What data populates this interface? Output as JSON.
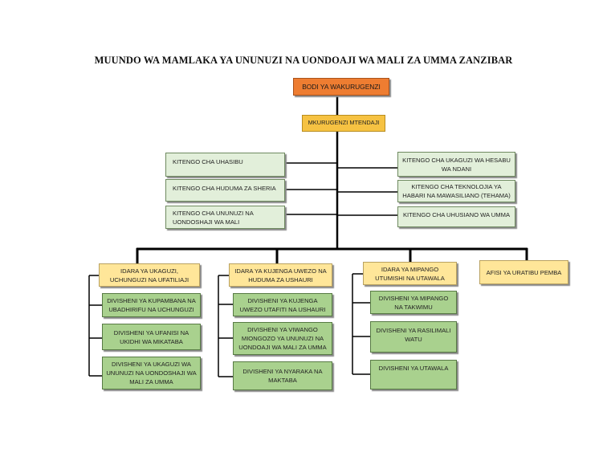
{
  "title": "MUUNDO WA MAMLAKA YA UNUNUZI NA UONDOAJI WA MALI ZA UMMA ZANZIBAR",
  "colors": {
    "board": "#ee7d31",
    "director": "#f6c242",
    "unit": "#e2efda",
    "directorate": "#ffe699",
    "division": "#a9d18e",
    "line": "#000000"
  },
  "board": "BODI YA WAKURUGENZI",
  "director": "MKURUGENZI MTENDAJI",
  "units_left": [
    "KITENGO CHA UHASIBU",
    "KITENGO CHA HUDUMA ZA SHERIA",
    "KITENGO CHA UNUNUZI NA UONDOSHAJI WA MALI"
  ],
  "units_right": [
    "KITENGO CHA UKAGUZI WA HESABU WA NDANI",
    "KITENGO CHA TEKNOLOJIA YA HABARI NA MAWASILIANO (TEHAMA)",
    "KITENGO CHA UHUSIANO WA UMMA"
  ],
  "directorates": [
    {
      "name": "IDARA YA UKAGUZI, UCHUNGUZI NA UFATILIAJI",
      "divisions": [
        "DIVISHENI YA KUPAMBANA NA UBADHIRIFU NA UCHUNGUZI",
        "DIVISHENI YA UFANISI NA UKIDHI WA MIKATABA",
        "DIVISHENI YA UKAGUZI WA UNUNUZI NA UONDOSHAJI WA MALI ZA UMMA"
      ]
    },
    {
      "name": "IDARA YA KUJENGA UWEZO NA HUDUMA ZA USHAURI",
      "divisions": [
        "DIVISHENI YA KUJENGA UWEZO UTAFITI NA USHAURI",
        "DIVISHENI YA VIWANGO MIONGOZO YA UNUNUZI NA UONDOAJI WA MALI ZA UMMA",
        "DIVISHENI YA NYARAKA NA MAKTABA"
      ]
    },
    {
      "name": "IDARA YA MIPANGO UTUMISHI NA UTAWALA",
      "divisions": [
        "DIVISHENI YA MIPANGO NA TAKWIMU",
        "DIVISHENI YA RASILIMALI WATU",
        "DIVISHENI YA UTAWALA"
      ]
    },
    {
      "name": "AFISI YA URATIBU PEMBA",
      "divisions": []
    }
  ]
}
